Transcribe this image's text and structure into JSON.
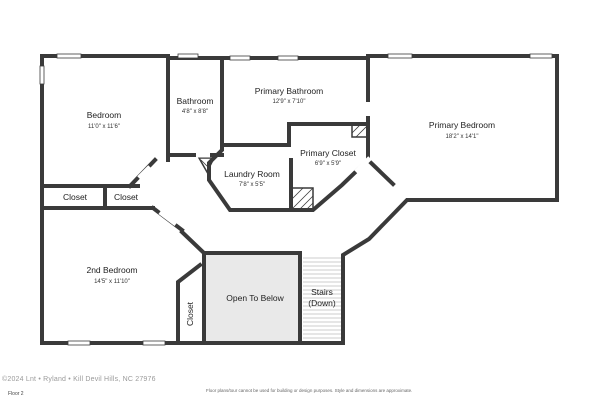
{
  "rooms": {
    "bedroom": {
      "name": "Bedroom",
      "dims": "11'0\" x 11'6\""
    },
    "bathroom": {
      "name": "Bathroom",
      "dims": "4'8\" x 8'8\""
    },
    "primary_bathroom": {
      "name": "Primary Bathroom",
      "dims": "12'9\" x 7'10\""
    },
    "primary_bedroom": {
      "name": "Primary Bedroom",
      "dims": "18'2\" x 14'1\""
    },
    "primary_closet": {
      "name": "Primary Closet",
      "dims": "6'9\" x 5'9\""
    },
    "laundry_room": {
      "name": "Laundry Room",
      "dims": "7'8\" x 5'5\""
    },
    "second_bedroom": {
      "name": "2nd Bedroom",
      "dims": "14'5\" x 11'10\""
    },
    "closet_left": {
      "name": "Closet"
    },
    "closet_mid": {
      "name": "Closet"
    },
    "closet_vertical": {
      "name": "Closet"
    },
    "open_to_below": {
      "name": "Open To Below"
    },
    "stairs": {
      "line1": "Stairs",
      "line2": "(Down)"
    }
  },
  "footer": {
    "disclaimer": "Floor plans/tour cannot be used for building or design purposes. Style and dimensions are approximate.",
    "floor": "Floor 2",
    "watermark": "©2024 Lnt • Ryland • Kill Devil Hills, NC 27976"
  },
  "colors": {
    "wall": "#3a3a3a",
    "open_to_below_fill": "#e9e9e9",
    "window": "#ffffff"
  }
}
